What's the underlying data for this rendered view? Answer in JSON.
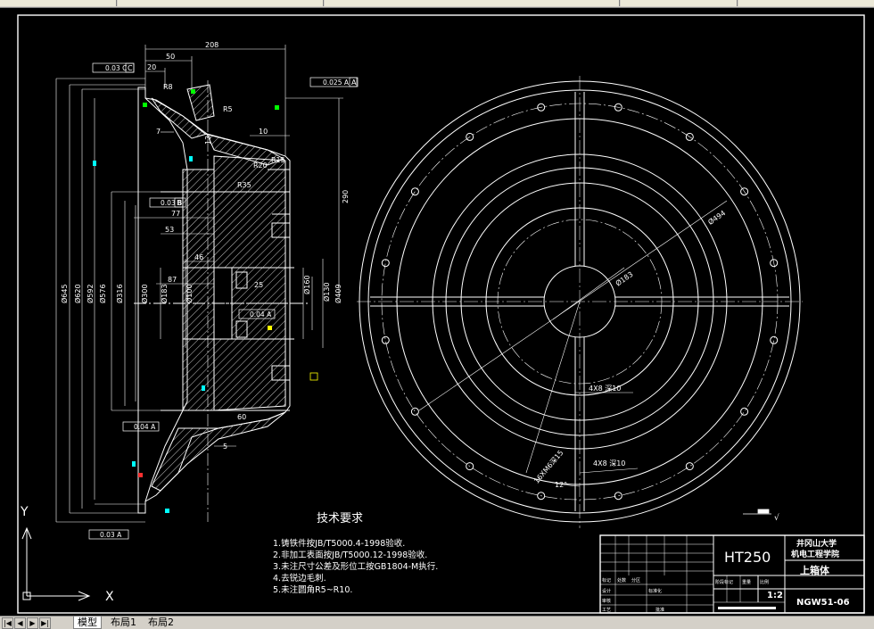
{
  "material": "HT250",
  "school": {
    "line1": "井冈山大学",
    "line2": "机电工程学院"
  },
  "part_name": "上箱体",
  "drawing_no": "NGW51-06",
  "scale": "1:2",
  "title_small": [
    "标记",
    "处数",
    "分区",
    "设计",
    "审核",
    "工艺",
    "标准化",
    "批准",
    "阶段标记",
    "重量",
    "比例"
  ],
  "tech": {
    "title": "技术要求",
    "items": [
      "1.铸铁件按JB/T5000.4-1998验收.",
      "2.非加工表面按JB/T5000.12-1998验收.",
      "3.未注尺寸公差及形位工按GB1804-M执行.",
      "4.去锐边毛刺.",
      "5.未注圆角R5~R10."
    ]
  },
  "dims": {
    "d208": "208",
    "d50": "50",
    "d20": "20",
    "d10": "10",
    "d7": "7",
    "d13": "13",
    "d290": "290",
    "d77": "77",
    "d53": "53",
    "d46": "46",
    "d87": "87",
    "d5": "5",
    "d25": "25",
    "d60": "60",
    "phi645": "Ø645",
    "phi620": "Ø620",
    "phi592": "Ø592",
    "phi576": "Ø576",
    "phi316": "Ø316",
    "phi300": "Ø300",
    "phi183": "Ø183",
    "phi160": "Ø160",
    "phi130": "Ø130",
    "phi100": "Ø100",
    "phi409": "Ø409",
    "phi494": "Ø494",
    "phi183b": "Ø183",
    "r8": "R8",
    "r5": "R5",
    "r20": "R20",
    "r15": "R15",
    "r35": "R35",
    "ang12": "12°",
    "hole1": "4X8 深10",
    "hole2": "4X8 深10",
    "hole3": "16XM6深15"
  },
  "tolerances": {
    "t1": "0.03 C",
    "t2": "0.025 A",
    "t3": "0.03 B",
    "t4": "0.04 A",
    "t5": "0.04 A",
    "t6": "0.03 A"
  },
  "datums": {
    "a": "A",
    "b": "B",
    "c": "C"
  },
  "rough": "√",
  "axes": {
    "x": "X",
    "y": "Y"
  },
  "tabs": {
    "model": "模型",
    "layout1": "布局1",
    "layout2": "布局2"
  },
  "nav": [
    "|◀",
    "◀",
    "▶",
    "▶|"
  ],
  "colors": {
    "line": "#ffffff",
    "cyan": "#00ffff",
    "green": "#00ff00",
    "yellow": "#ffff00",
    "red": "#ff3030",
    "bg": "#000000"
  }
}
